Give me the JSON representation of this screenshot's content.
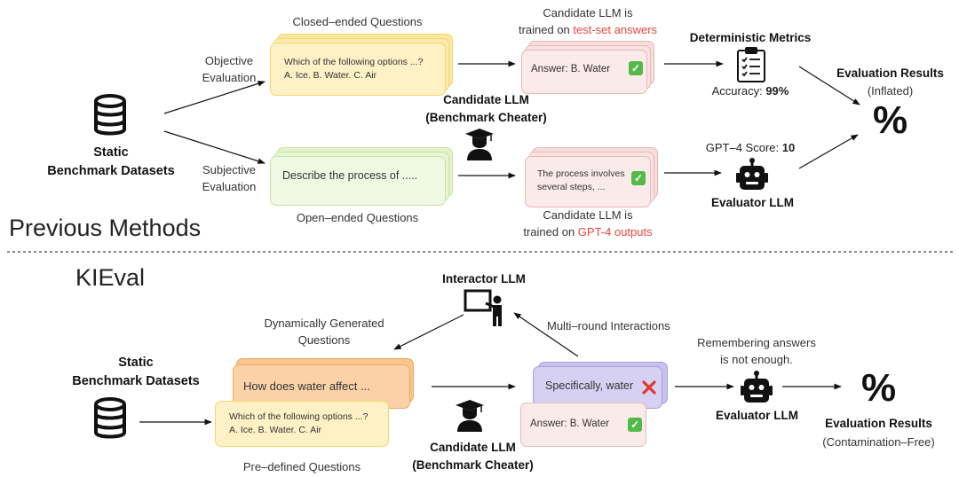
{
  "top": {
    "static_label": "Static\nBenchmark Datasets",
    "objective_label": "Objective\nEvaluation",
    "subjective_label": "Subjective\nEvaluation",
    "closed_label": "Closed–ended Questions",
    "closed_q": "Which of the following options ...?\nA. Ice. B. Water. C. Air",
    "open_label": "Open–ended Questions",
    "open_q": "Describe the process of .....",
    "cand_trained_1a": "Candidate LLM is",
    "cand_trained_1b": "trained on ",
    "test_set": "test-set answers",
    "answer_1": "Answer: B. Water",
    "candidate_title": "Candidate LLM\n(Benchmark Cheater)",
    "answer_2": "The process involves\nseveral steps, ...",
    "cand_trained_2a": "Candidate LLM is",
    "cand_trained_2b": "trained on ",
    "gpt4_outputs": "GPT-4 outputs",
    "det_metrics": "Deterministic Metrics",
    "accuracy_label": "Accuracy: ",
    "accuracy_value": "99%",
    "gpt4_score_label": "GPT–4 Score: ",
    "gpt4_score_value": "10",
    "evaluator": "Evaluator LLM",
    "eval_results": "Evaluation Results",
    "eval_inflated": "(Inflated)",
    "percent": "%"
  },
  "divider": {
    "previous": "Previous Methods",
    "kieval": "KIEval"
  },
  "bottom": {
    "interactor": "Interactor LLM",
    "dyn_label": "Dynamically Generated\nQuestions",
    "multi_round": "Multi–round Interactions",
    "static_label": "Static\nBenchmark Datasets",
    "orange_q": "How does water affect ...",
    "yellow_q": "Which of the following options ...?\nA. Ice. B. Water. C. Air",
    "predef": "Pre–defined Questions",
    "specifically": "Specifically, water",
    "answer": "Answer: B. Water",
    "candidate_title": "Candidate LLM\n(Benchmark Cheater)",
    "remember": "Remembering answers\nis not enough.",
    "evaluator": "Evaluator LLM",
    "eval_results": "Evaluation Results",
    "contam_free": "(Contamination–Free)",
    "percent": "%"
  }
}
